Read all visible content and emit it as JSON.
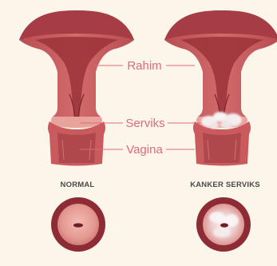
{
  "labels": {
    "uterus": "Rahim",
    "cervix": "Serviks",
    "vagina": "Vagina"
  },
  "captions": {
    "normal": "NORMAL",
    "cancer": "KANKER SERVIKS"
  },
  "colors": {
    "background": "#fcf6ea",
    "tissue": "#c95a5d",
    "tissue_dark": "#a63c44",
    "lining": "#8e2c35",
    "cervix_pink": "#e8a39c",
    "label_pink": "#e0697a",
    "lesion": "#f4eef0",
    "caption_text": "#4a4a4a"
  }
}
